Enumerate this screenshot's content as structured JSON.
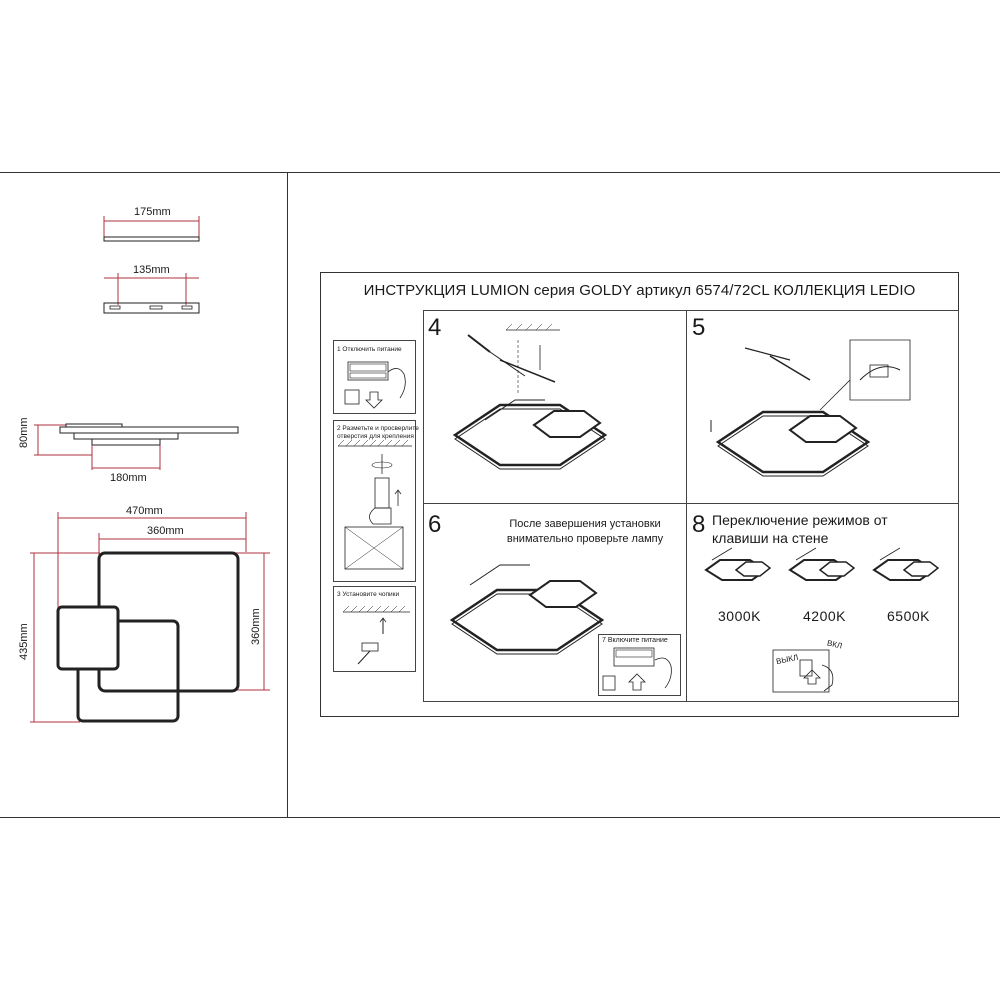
{
  "dimensions": {
    "top_width": "175mm",
    "bracket_width": "135mm",
    "height": "80mm",
    "base_width": "180mm",
    "overall_width": "470mm",
    "inner_width": "360mm",
    "overall_height": "435mm",
    "inner_height": "360mm"
  },
  "instruction": {
    "title": "ИНСТРУКЦИЯ LUMION серия GOLDY артикул 6574/72CL КОЛЛЕКЦИЯ LEDIO",
    "steps": {
      "s1": "1 Отключить питание",
      "s2_line1": "2 Разметьте и просверлите",
      "s2_line2": "отверстия для крепления",
      "s3": "3 Установите чопики",
      "s4": "4",
      "s5": "5",
      "s6": "6",
      "s6_note_line1": "После завершения установки",
      "s6_note_line2": "внимательно проверьте лампу",
      "s7": "7 Включите питание",
      "s8": "8",
      "s8_note_line1": "Переключение  режимов от",
      "s8_note_line2": "клавиши на стене"
    },
    "temperatures": [
      "3000K",
      "4200K",
      "6500K"
    ],
    "switch": {
      "off": "ВЫКЛ",
      "on": "ВКЛ"
    }
  }
}
